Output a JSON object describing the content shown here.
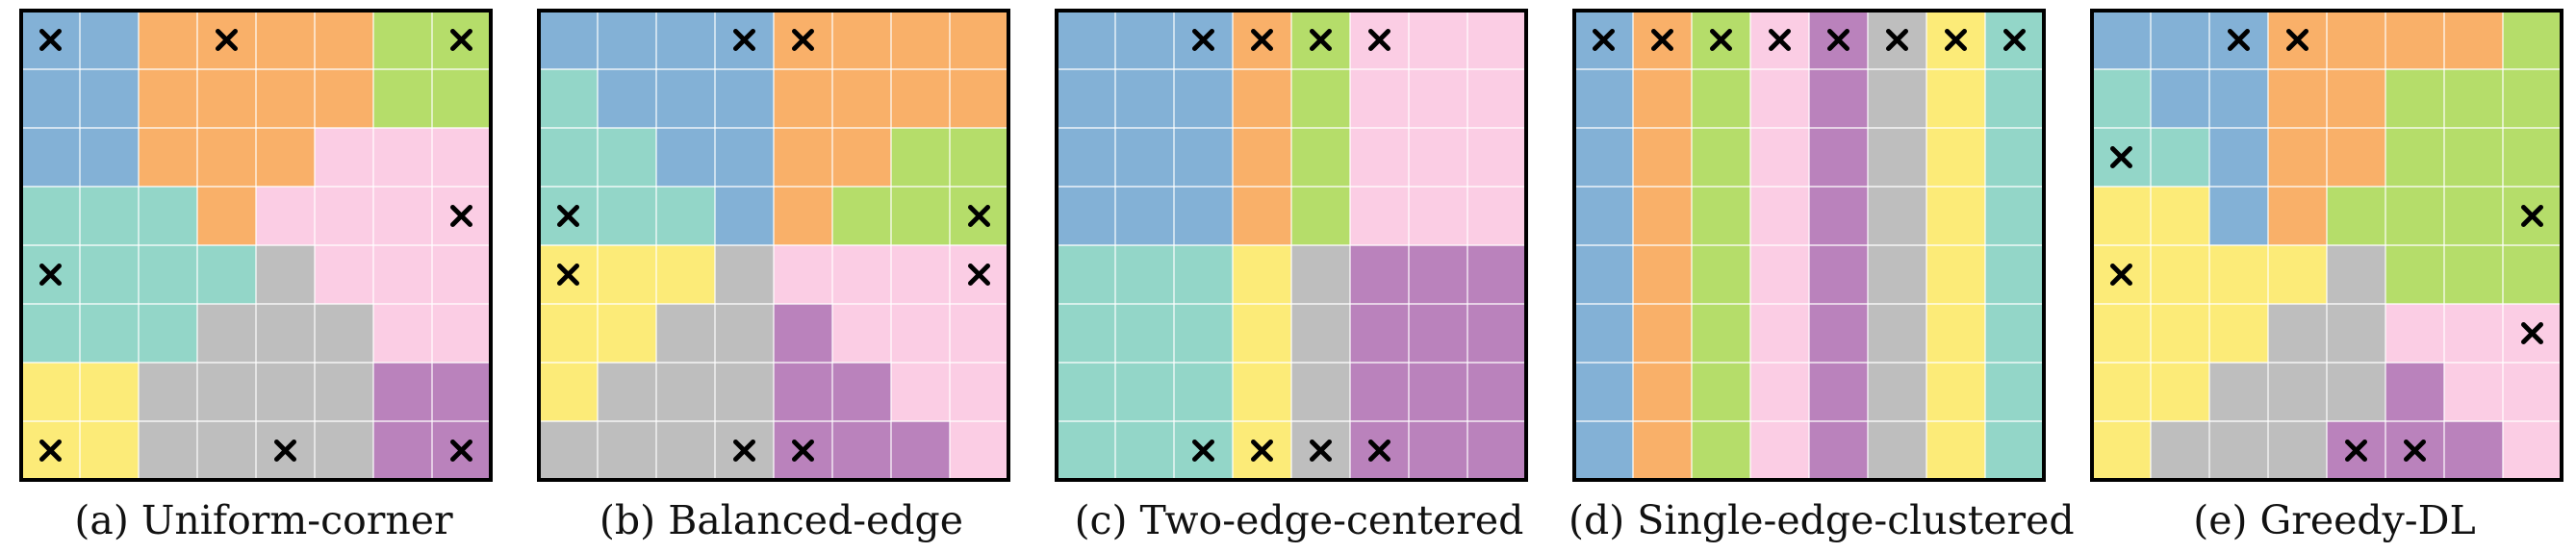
{
  "colors": {
    "blue": "#83B1D6",
    "orange": "#F9B069",
    "green": "#B5DD6A",
    "pink": "#FBCDE4",
    "teal": "#93D6C8",
    "gray": "#BEBEBE",
    "purple": "#BA82BC",
    "yellow": "#FCEB78"
  },
  "grid": {
    "rows": 8,
    "cols": 8
  },
  "marker_icon": "x-mark-icon",
  "panels": [
    {
      "caption": "(a) Uniform-corner",
      "cells": [
        "BBOOOOGG",
        "BBOOOOGG",
        "BBOOOPPP",
        "TTTOPPPP",
        "TTTTSPPP",
        "TTTSSSPP",
        "YYSSSSUU",
        "YYSSSSUU"
      ],
      "markers": [
        [
          0,
          0
        ],
        [
          0,
          3
        ],
        [
          0,
          7
        ],
        [
          3,
          7
        ],
        [
          4,
          0
        ],
        [
          7,
          0
        ],
        [
          7,
          4
        ],
        [
          7,
          7
        ]
      ]
    },
    {
      "caption": "(b) Balanced-edge",
      "cells": [
        "BBBBOOOO",
        "TBBBOOOO",
        "TTBBOOGG",
        "TTTBOGGG",
        "YYYSPPPP",
        "YYSSUPPP",
        "YSSSUUPP",
        "SSSSUUUP"
      ],
      "markers": [
        [
          0,
          3
        ],
        [
          0,
          4
        ],
        [
          3,
          0
        ],
        [
          3,
          7
        ],
        [
          4,
          0
        ],
        [
          4,
          7
        ],
        [
          7,
          3
        ],
        [
          7,
          4
        ]
      ]
    },
    {
      "caption": "(c) Two-edge-centered",
      "cells": [
        "BBBOGPPP",
        "BBBOGPPP",
        "BBBOGPPP",
        "BBBOGPPP",
        "TTTYSUUU",
        "TTTYSUUU",
        "TTTYSUUU",
        "TTTYSUUU"
      ],
      "markers": [
        [
          0,
          2
        ],
        [
          0,
          3
        ],
        [
          0,
          4
        ],
        [
          0,
          5
        ],
        [
          7,
          2
        ],
        [
          7,
          3
        ],
        [
          7,
          4
        ],
        [
          7,
          5
        ]
      ]
    },
    {
      "caption": "(d) Single-edge-clustered",
      "cells": [
        "BOGPUSYT",
        "BOGPUSYT",
        "BOGPUSYT",
        "BOGPUSYT",
        "BOGPUSYT",
        "BOGPUSYT",
        "BOGPUSYT",
        "BOGPUSYT"
      ],
      "markers": [
        [
          0,
          0
        ],
        [
          0,
          1
        ],
        [
          0,
          2
        ],
        [
          0,
          3
        ],
        [
          0,
          4
        ],
        [
          0,
          5
        ],
        [
          0,
          6
        ],
        [
          0,
          7
        ]
      ]
    },
    {
      "caption": "(e) Greedy-DL",
      "cells": [
        "BBBOOOOG",
        "TBBOOGGG",
        "TTBOOGGG",
        "YYBOGGGG",
        "YYYYSGGG",
        "YYYSSPPP",
        "YYSSSUPP",
        "YSSSUUUP"
      ],
      "markers": [
        [
          0,
          2
        ],
        [
          0,
          3
        ],
        [
          2,
          0
        ],
        [
          3,
          7
        ],
        [
          4,
          0
        ],
        [
          5,
          7
        ],
        [
          7,
          4
        ],
        [
          7,
          5
        ]
      ]
    }
  ]
}
